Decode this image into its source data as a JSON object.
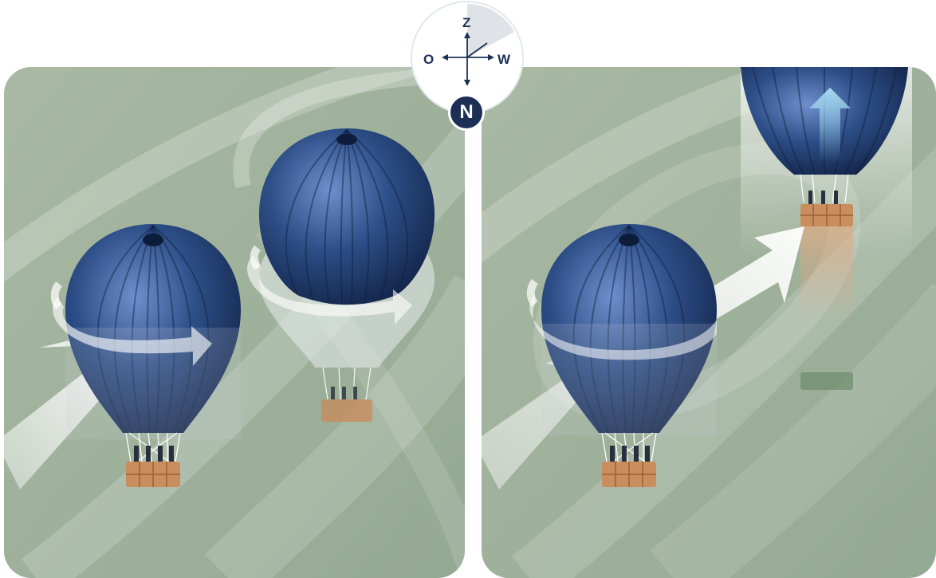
{
  "compass": {
    "up_label": "Z",
    "left_label": "O",
    "right_label": "W",
    "badge_label": "N"
  },
  "colors": {
    "background": "#9fb19a",
    "balloon_blue": "#1f3a6b",
    "basket": "#c98d5e",
    "badge": "#1c2f55",
    "arrow": "#ffffff",
    "lift_arrow": "#8ec8e6"
  },
  "icons": {
    "compass": "compass-rose-icon",
    "wind_arrow": "wind-arrow-icon",
    "rotation_arrow": "rotation-arrow-icon",
    "lift_arrow": "up-arrow-icon",
    "balloon": "hot-air-balloon-icon"
  }
}
